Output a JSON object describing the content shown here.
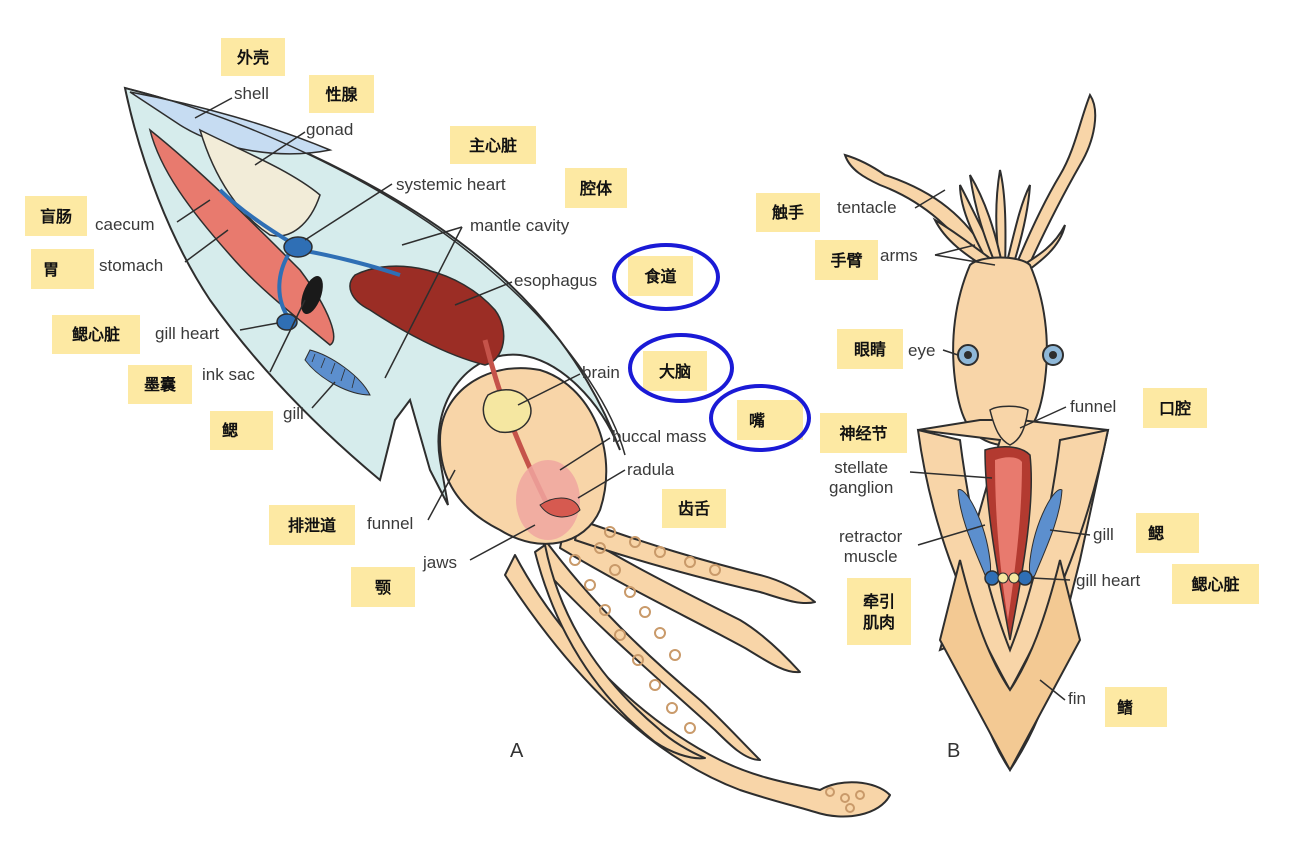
{
  "panels": {
    "a": "A",
    "b": "B"
  },
  "labels_en": {
    "shell": "shell",
    "gonad": "gonad",
    "systemic_heart": "systemic heart",
    "mantle_cavity": "mantle cavity",
    "caecum": "caecum",
    "stomach": "stomach",
    "esophagus": "esophagus",
    "gill_heart": "gill heart",
    "ink_sac": "ink sac",
    "gill": "gill",
    "brain": "brain",
    "buccal_mass": "buccal mass",
    "radula": "radula",
    "funnel": "funnel",
    "jaws": "jaws",
    "b_tentacle": "tentacle",
    "b_arms": "arms",
    "b_eye": "eye",
    "b_funnel": "funnel",
    "b_stellate": "stellate\nganglion",
    "b_retractor": "retractor\nmuscle",
    "b_gill": "gill",
    "b_gill_heart": "gill heart",
    "b_fin": "fin"
  },
  "labels_cn": {
    "shell": "外壳",
    "gonad": "性腺",
    "systemic_heart": "主心脏",
    "mantle_cavity": "腔体",
    "caecum": "盲肠",
    "stomach": "胃",
    "esophagus": "食道",
    "gill_heart": "鳃心脏",
    "ink_sac": "墨囊",
    "gill": "鳃",
    "brain": "大脑",
    "buccal_mass": "嘴",
    "radula": "齿舌",
    "funnel": "排泄道",
    "jaws": "颚",
    "b_tentacle": "触手",
    "b_arms": "手臂",
    "b_eye": "眼睛",
    "b_funnel": "口腔",
    "b_stellate": "神经节",
    "b_retractor": "牵引\n肌肉",
    "b_gill": "鳃",
    "b_gill_heart": "鳃心脏",
    "b_fin": "鳍"
  },
  "colors": {
    "body": "#f8d5a8",
    "outline": "#2e2e2e",
    "mantle_fill": "#d6ecec",
    "shell": "#c6dcf2",
    "gonad": "#f2ecd8",
    "caecum_stomach": "#e87a6e",
    "esophagus": "#9b2d25",
    "blood_vessel": "#2f6fb5",
    "gill": "#5c8fce",
    "brain": "#f5e7a1",
    "buccal": "#f0a6a0",
    "label_bg": "#fde9a3",
    "highlight_ring": "#1a1ad6"
  }
}
